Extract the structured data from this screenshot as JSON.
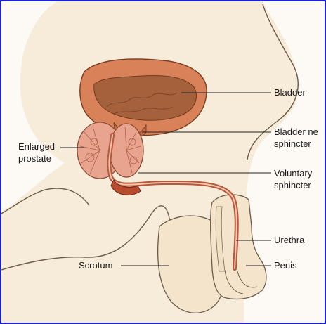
{
  "labels": {
    "bladder": "Bladder",
    "bladder_neck_line1": "Bladder ne",
    "bladder_neck_line2": "sphincter",
    "enlarged_prostate_line1": "Enlarged",
    "enlarged_prostate_line2": "prostate",
    "voluntary_sphincter_line1": "Voluntary",
    "voluntary_sphincter_line2": "sphincter",
    "urethra": "Urethra",
    "scrotum": "Scrotum",
    "penis": "Penis"
  },
  "colors": {
    "border": "#1a22c8",
    "skin": "#f6ecd9",
    "outline": "#6b5b48",
    "bladder_wall": "#d9825a",
    "bladder_inner": "#a5603c",
    "prostate": "#e8a48e",
    "urethra": "#b8573c"
  }
}
